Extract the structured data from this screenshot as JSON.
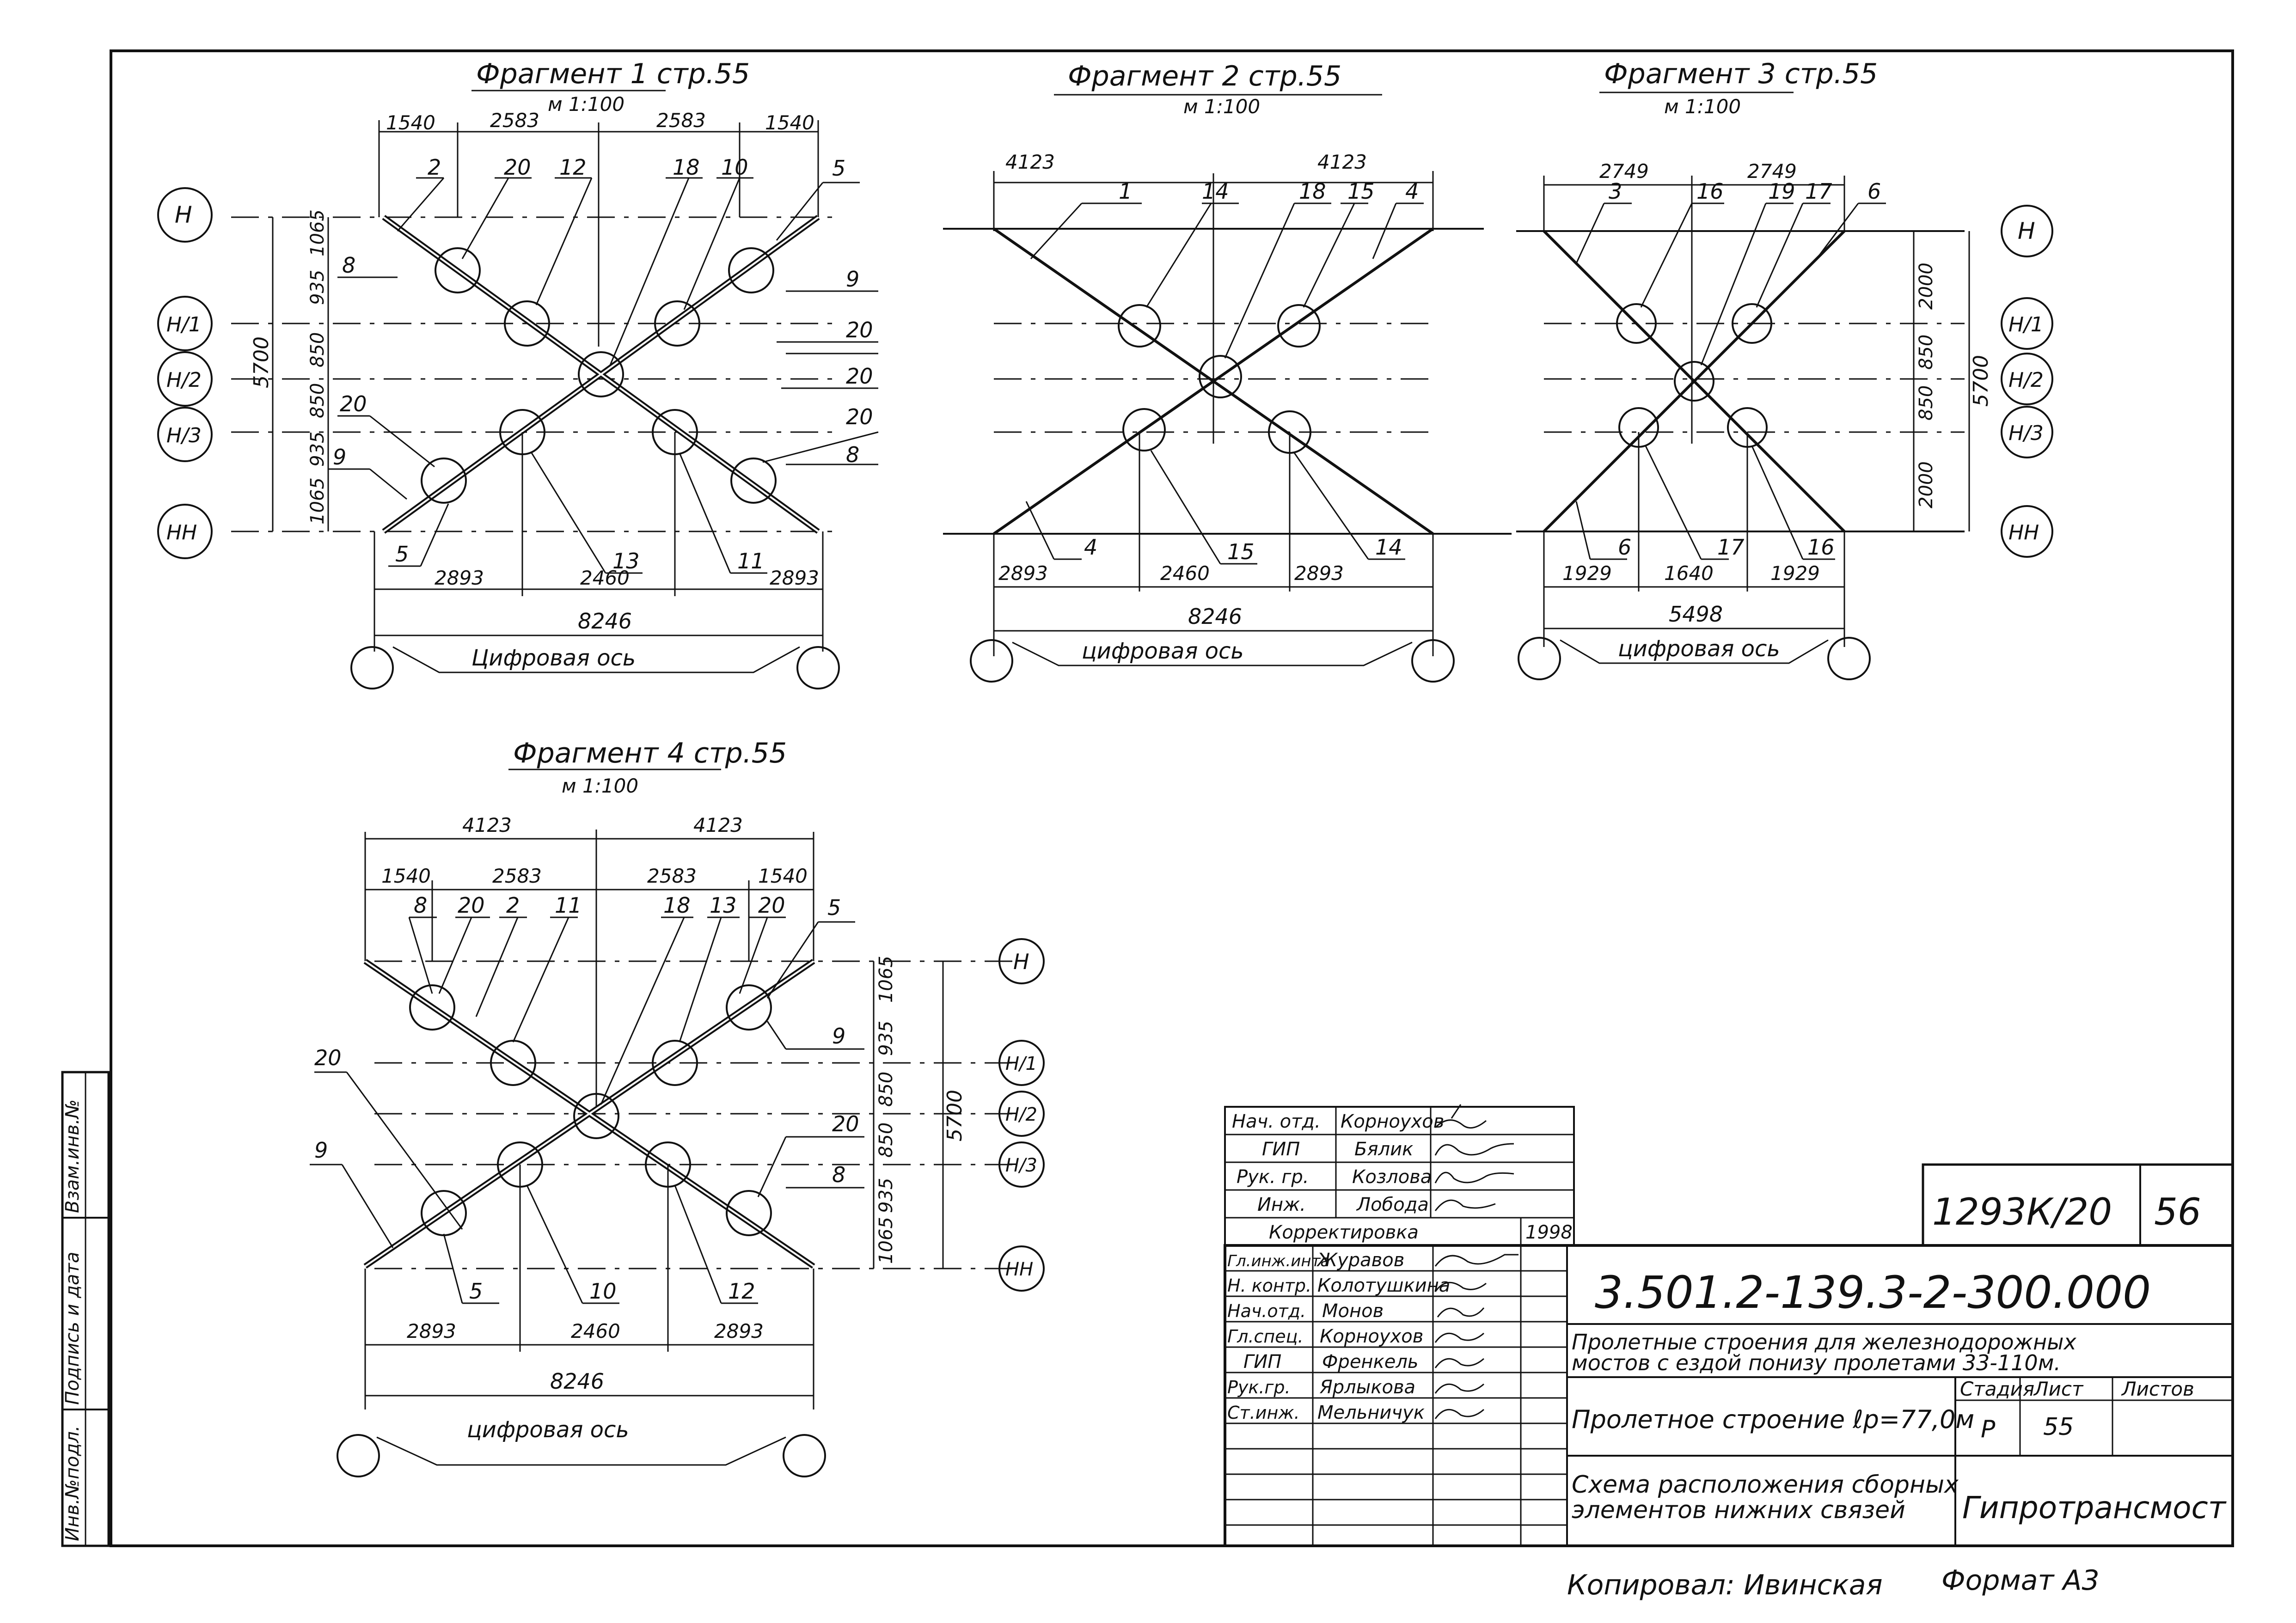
{
  "fragments": [
    {
      "title": "Фрагмент 1 стр.55",
      "scale": "м 1:100",
      "top_dims": [
        "1540",
        "2583",
        "2583",
        "1540"
      ],
      "left_dims": [
        "1065",
        "935",
        "850",
        "850",
        "935",
        "1065"
      ],
      "total_height": "5700",
      "axes": [
        "Н",
        "Н/1",
        "Н/2",
        "Н/3",
        "НН"
      ],
      "bottom_dims": [
        "2893",
        "2460",
        "2893"
      ],
      "total_width": "8246",
      "axis_label": "Цифровая ось",
      "callouts_top": [
        "2",
        "20",
        "12",
        "18",
        "10",
        "5"
      ],
      "callouts_side": [
        "8",
        "9",
        "20",
        "20",
        "20",
        "8",
        "20",
        "9"
      ],
      "callouts_bottom": [
        "5",
        "13",
        "11"
      ]
    },
    {
      "title": "Фрагмент 2 стр.55",
      "scale": "м 1:100",
      "top_dims": [
        "4123",
        "4123"
      ],
      "callouts_top": [
        "1",
        "14",
        "18",
        "15",
        "4"
      ],
      "bottom_dims": [
        "2893",
        "2460",
        "2893"
      ],
      "total_width": "8246",
      "axis_label": "цифровая ось",
      "callouts_bottom": [
        "4",
        "15",
        "14"
      ]
    },
    {
      "title": "Фрагмент 3 стр.55",
      "scale": "м 1:100",
      "top_dims": [
        "2749",
        "2749"
      ],
      "right_dims": [
        "2000",
        "850",
        "850",
        "2000"
      ],
      "total_height": "5700",
      "axes": [
        "Н",
        "Н/1",
        "Н/2",
        "Н/3",
        "НН"
      ],
      "callouts_top": [
        "3",
        "16",
        "19",
        "17",
        "6"
      ],
      "bottom_dims": [
        "1929",
        "1640",
        "1929"
      ],
      "total_width": "5498",
      "axis_label": "цифровая ось",
      "callouts_bottom": [
        "6",
        "17",
        "16"
      ]
    },
    {
      "title": "Фрагмент 4 стр.55",
      "scale": "м 1:100",
      "top_dims_outer": [
        "4123",
        "4123"
      ],
      "top_dims": [
        "1540",
        "2583",
        "2583",
        "1540"
      ],
      "right_dims": [
        "1065",
        "935",
        "850",
        "850",
        "935",
        "1065"
      ],
      "total_height": "5700",
      "axes": [
        "Н",
        "Н/1",
        "Н/2",
        "Н/3",
        "НН"
      ],
      "callouts_top": [
        "8",
        "20",
        "2",
        "11",
        "18",
        "13",
        "20",
        "5"
      ],
      "callouts_side": [
        "9",
        "20",
        "9",
        "20",
        "8"
      ],
      "bottom_dims": [
        "2893",
        "2460",
        "2893"
      ],
      "total_width": "8246",
      "axis_label": "цифровая ось",
      "callouts_bottom": [
        "5",
        "10",
        "12"
      ]
    }
  ],
  "side_stamp": [
    "Инв.№подл.",
    "Подпись и дата",
    "Взам.инв.№"
  ],
  "approval_table": [
    {
      "role": "Нач. отд.",
      "name": "Корноухов"
    },
    {
      "role": "ГИП",
      "name": "Бялик"
    },
    {
      "role": "Рук. гр.",
      "name": "Козлова"
    },
    {
      "role": "Инж.",
      "name": "Лобода"
    }
  ],
  "correction": {
    "label": "Корректировка",
    "year": "1998"
  },
  "signatures": [
    {
      "role": "Гл.инж.инта",
      "name": "Журавов"
    },
    {
      "role": "Н. контр.",
      "name": "Колотушкина"
    },
    {
      "role": "Нач.отд.",
      "name": "Монов"
    },
    {
      "role": "Гл.спец.",
      "name": "Корноухов"
    },
    {
      "role": "ГИП",
      "name": "Френкель"
    },
    {
      "role": "Рук.гр.",
      "name": "Ярлыкова"
    },
    {
      "role": "Ст.инж.",
      "name": "Мельничук"
    }
  ],
  "title_block": {
    "archive_no": "1293К/20",
    "sheet_no": "56",
    "code": "3.501.2-139.3-2-300.000",
    "project_line1": "Пролетные строения для железнодорожных",
    "project_line2": "мостов с ездой понизу пролетами 33-110м.",
    "object": "Пролетное строение ℓр=77,0м",
    "stage_label": "Стадия",
    "sheet_label": "Лист",
    "sheets_label": "Листов",
    "stage": "Р",
    "sheet": "55",
    "drawing_line1": "Схема расположения сборных",
    "drawing_line2": "элементов нижних связей",
    "organization": "Гипротрансмост"
  },
  "footer": {
    "copied": "Копировал: Ивинская",
    "format": "Формат А3"
  }
}
